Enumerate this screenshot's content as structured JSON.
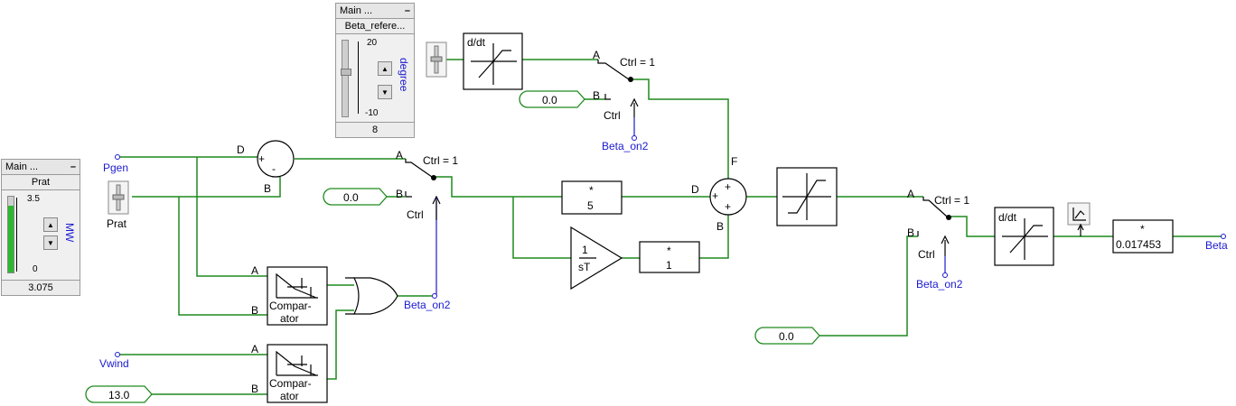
{
  "signals": {
    "pgen": "Pgen",
    "vwind": "Vwind",
    "beta_out": "Beta",
    "beta_on2_1": "Beta_on2",
    "beta_on2_2": "Beta_on2",
    "beta_on2_3": "Beta_on2",
    "prat_label": "Prat"
  },
  "constants": {
    "c1": "0.0",
    "c2": "0.0",
    "c3": "0.0",
    "c4": "13.0"
  },
  "switches": {
    "ctrl_top": "Ctrl =  1",
    "ctrl_mid": "Ctrl =  1",
    "ctrl_right": "Ctrl =  1",
    "ctrl_label": "Ctrl"
  },
  "ports": {
    "a": "A",
    "b": "B",
    "d": "D",
    "f": "F"
  },
  "blocks": {
    "ddt": "d/dt",
    "gain_star": "*",
    "gain_5": "5",
    "gain_1": "1",
    "gain_0017": "0.017453",
    "integ_num": "1",
    "integ_den": "sT",
    "comparator": "Compar-\nator",
    "comparator_l1": "Compar-",
    "comparator_l2": "ator"
  },
  "panel_left": {
    "title": "Main ...",
    "min_btn": "–",
    "name": "Prat",
    "max": "3.5",
    "min": "0",
    "unit": "MW",
    "value": "3.075",
    "level": 0.879
  },
  "panel_top": {
    "title": "Main ...",
    "min_btn": "–",
    "name": "Beta_refere...",
    "max": "20",
    "min": "-10",
    "unit": "degree",
    "value": "8",
    "level": 0.6
  },
  "colors": {
    "wire": "#1f8a1f",
    "label": "#1a1ad0"
  }
}
